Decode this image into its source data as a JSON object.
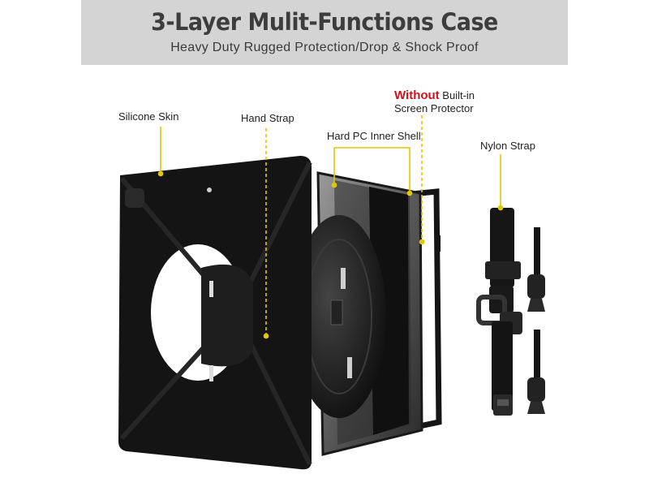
{
  "header": {
    "title": "3-Layer Mulit-Functions Case",
    "subtitle": "Heavy Duty Rugged Protection/Drop & Shock Proof"
  },
  "labels": {
    "silicone_skin": "Silicone Skin",
    "hand_strap": "Hand Strap",
    "hard_pc_shell": "Hard PC Inner Shell",
    "without_word": "Without",
    "built_in": "Built-in",
    "screen_protector": "Screen Protector",
    "nylon_strap": "Nylon Strap"
  },
  "colors": {
    "banner": "#d4d4d4",
    "title": "#3d3d3d",
    "highlight": "#c8141c",
    "leader_line": "#e0c800",
    "product": "#111111"
  }
}
